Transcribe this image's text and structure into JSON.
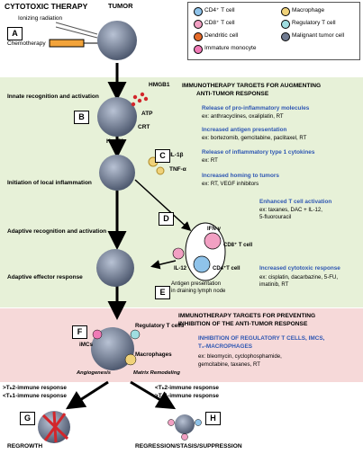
{
  "top": {
    "cytotoxic": "CYTOTOXIC THERAPY",
    "tumor": "TUMOR",
    "ionizing": "Ionizing radiation",
    "chemo": "Chemotherapy"
  },
  "steps": {
    "a": "A",
    "b": "B",
    "c": "C",
    "d": "D",
    "e": "E",
    "f": "F",
    "g": "G",
    "h": "H"
  },
  "legend": {
    "cd4": "CD4⁺ T cell",
    "macrophage": "Macrophage",
    "cd8": "CD8⁺ T cell",
    "treg": "Regulatory T cell",
    "dendritic": "Dendritic cell",
    "malignant": "Malignant tumor cell",
    "monocyte": "Immature monocyte"
  },
  "stages": {
    "innate": "Innate recognition and activation",
    "initiation": "Initiation of local inflammation",
    "adaptive_rec": "Adaptive recognition and activation",
    "adaptive_eff": "Adaptive effector response"
  },
  "molecules": {
    "hmgb1": "HMGB1",
    "atp": "ATP",
    "crt": "CRT",
    "hsp70": "Hsp70",
    "il1b": "IL-1β",
    "tnfa": "TNF-α",
    "ifn": "IFN-γ",
    "cd8t": "CD8⁺ T cell",
    "il12": "IL-12",
    "cd4t": "CD4⁺T cell",
    "antigen": "Antigen presentation",
    "lymph": "in draining lymph node"
  },
  "aug": {
    "title": "IMMUNOTHERAPY TARGETS FOR AUGMENTING",
    "title2": "ANTI-TUMOR RESPONSE",
    "items": [
      {
        "head": "Release of pro-inflammatory molecules",
        "ex": "ex: anthracyclines, oxaliplatin, RT"
      },
      {
        "head": "Increased antigen presentation",
        "ex": "ex: bortezomib, gemcitabine, paclitaxel, RT"
      },
      {
        "head": "Release of inflammatory type 1 cytokines",
        "ex": "ex: RT"
      },
      {
        "head": "Increased homing to tumors",
        "ex": "ex: RT, VEGF inhibitors"
      }
    ],
    "tcell_head": "Enhanced T cell activation",
    "tcell_ex1": "ex: taxanes, DAC + IL-12,",
    "tcell_ex2": "5-fluorouracil",
    "cyto_head": "Increased cytotoxic response",
    "cyto_ex1": "ex: cisplatin, dacarbazine, 5-FU,",
    "cyto_ex2": "imatinib, RT"
  },
  "prev": {
    "title": "IMMUNOTHERAPY TARGETS FOR PREVENTING",
    "title2": "INHIBITION OF THE ANTI-TUMOR RESPONSE",
    "head1": "INHIBITION OF REGULATORY T CELLS, IMCS,",
    "head2": "T₂-MACROPHAGES",
    "ex1": "ex: bleomycin, cyclophosphamide,",
    "ex2": "gemcitabine, taxanes, RT",
    "treg": "Regulatory T cells",
    "imcs": "iMCs",
    "macro": "Macrophages",
    "angio": "Angiogenesis",
    "matrix": "Matrix Remodeling"
  },
  "outcomes": {
    "left1": ">Tₕ2-immune response",
    "left2": "<Tₕ1-immune response",
    "right1": "<Tₕ2-immune response",
    "right2": ">Tₕ1-immune response",
    "regrowth": "REGROWTH",
    "regression": "REGRESSION/STASIS/SUPPRESSION"
  },
  "colors": {
    "green": "#e7f1d8",
    "pink": "#f6d9d9",
    "blue": "#2f57b3",
    "red": "#d3262b",
    "tumor": "#6f7a90"
  }
}
